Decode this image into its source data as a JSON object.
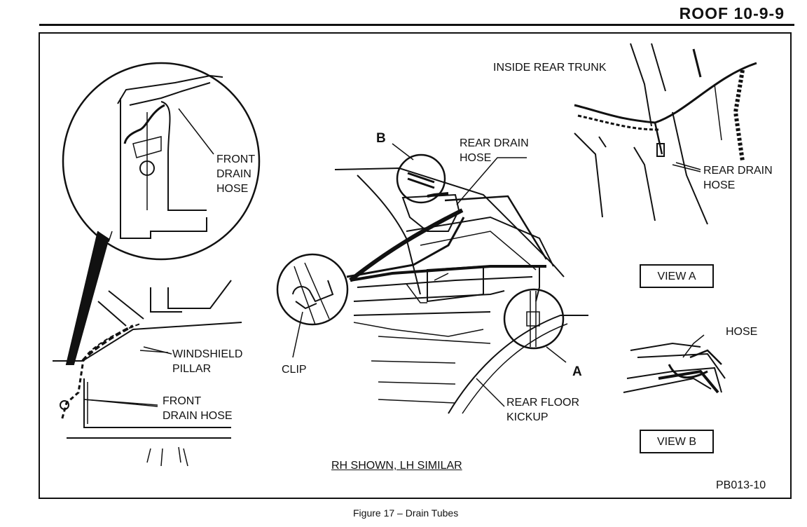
{
  "header": {
    "title": "ROOF 10-9-9"
  },
  "labels": {
    "inside_rear_trunk": "INSIDE REAR TRUNK",
    "front_drain_hose_inset": "FRONT\nDRAIN\nHOSE",
    "callout_b": "B",
    "rear_drain_hose_main": "REAR DRAIN\nHOSE",
    "rear_drain_hose_view_a": "REAR DRAIN\nHOSE",
    "view_a": "VIEW A",
    "windshield_pillar": "WINDSHIELD\nPILLAR",
    "clip": "CLIP",
    "callout_a": "A",
    "front_drain_hose": "FRONT\nDRAIN HOSE",
    "rear_floor_kickup": "REAR FLOOR\nKICKUP",
    "hose": "HOSE",
    "view_b": "VIEW B",
    "rh_shown": "RH SHOWN, LH SIMILAR",
    "code": "PB013-10"
  },
  "caption": "Figure 17  –  Drain Tubes"
}
